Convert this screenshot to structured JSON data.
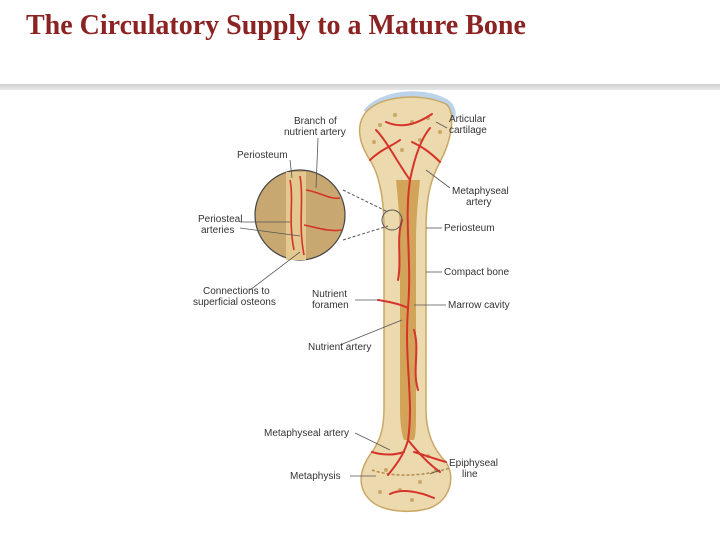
{
  "title": "The Circulatory Supply to a Mature Bone",
  "colors": {
    "title": "#8b2323",
    "bone": "#ecd9ad",
    "bone_dark": "#d9bf86",
    "marrow": "#c9923f",
    "artery": "#d6332a",
    "cartilage": "#bcd4ea",
    "inset": "#c8a870"
  },
  "labels": {
    "branch_nutrient_artery": [
      "Branch of",
      "nutrient artery"
    ],
    "periosteum_inset": "Periosteum",
    "periosteal_arteries": [
      "Periosteal",
      "arteries"
    ],
    "connections_osteons": [
      "Connections to",
      "superficial osteons"
    ],
    "nutrient_foramen": [
      "Nutrient",
      "foramen"
    ],
    "nutrient_artery": "Nutrient artery",
    "metaphyseal_artery_lower": "Metaphyseal artery",
    "metaphysis": "Metaphysis",
    "articular_cartilage": [
      "Articular",
      "cartilage"
    ],
    "metaphyseal_artery_upper": [
      "Metaphyseal",
      "artery"
    ],
    "periosteum": "Periosteum",
    "compact_bone": "Compact bone",
    "marrow_cavity": "Marrow cavity",
    "epiphyseal_line": [
      "Epiphyseal",
      "line"
    ]
  }
}
